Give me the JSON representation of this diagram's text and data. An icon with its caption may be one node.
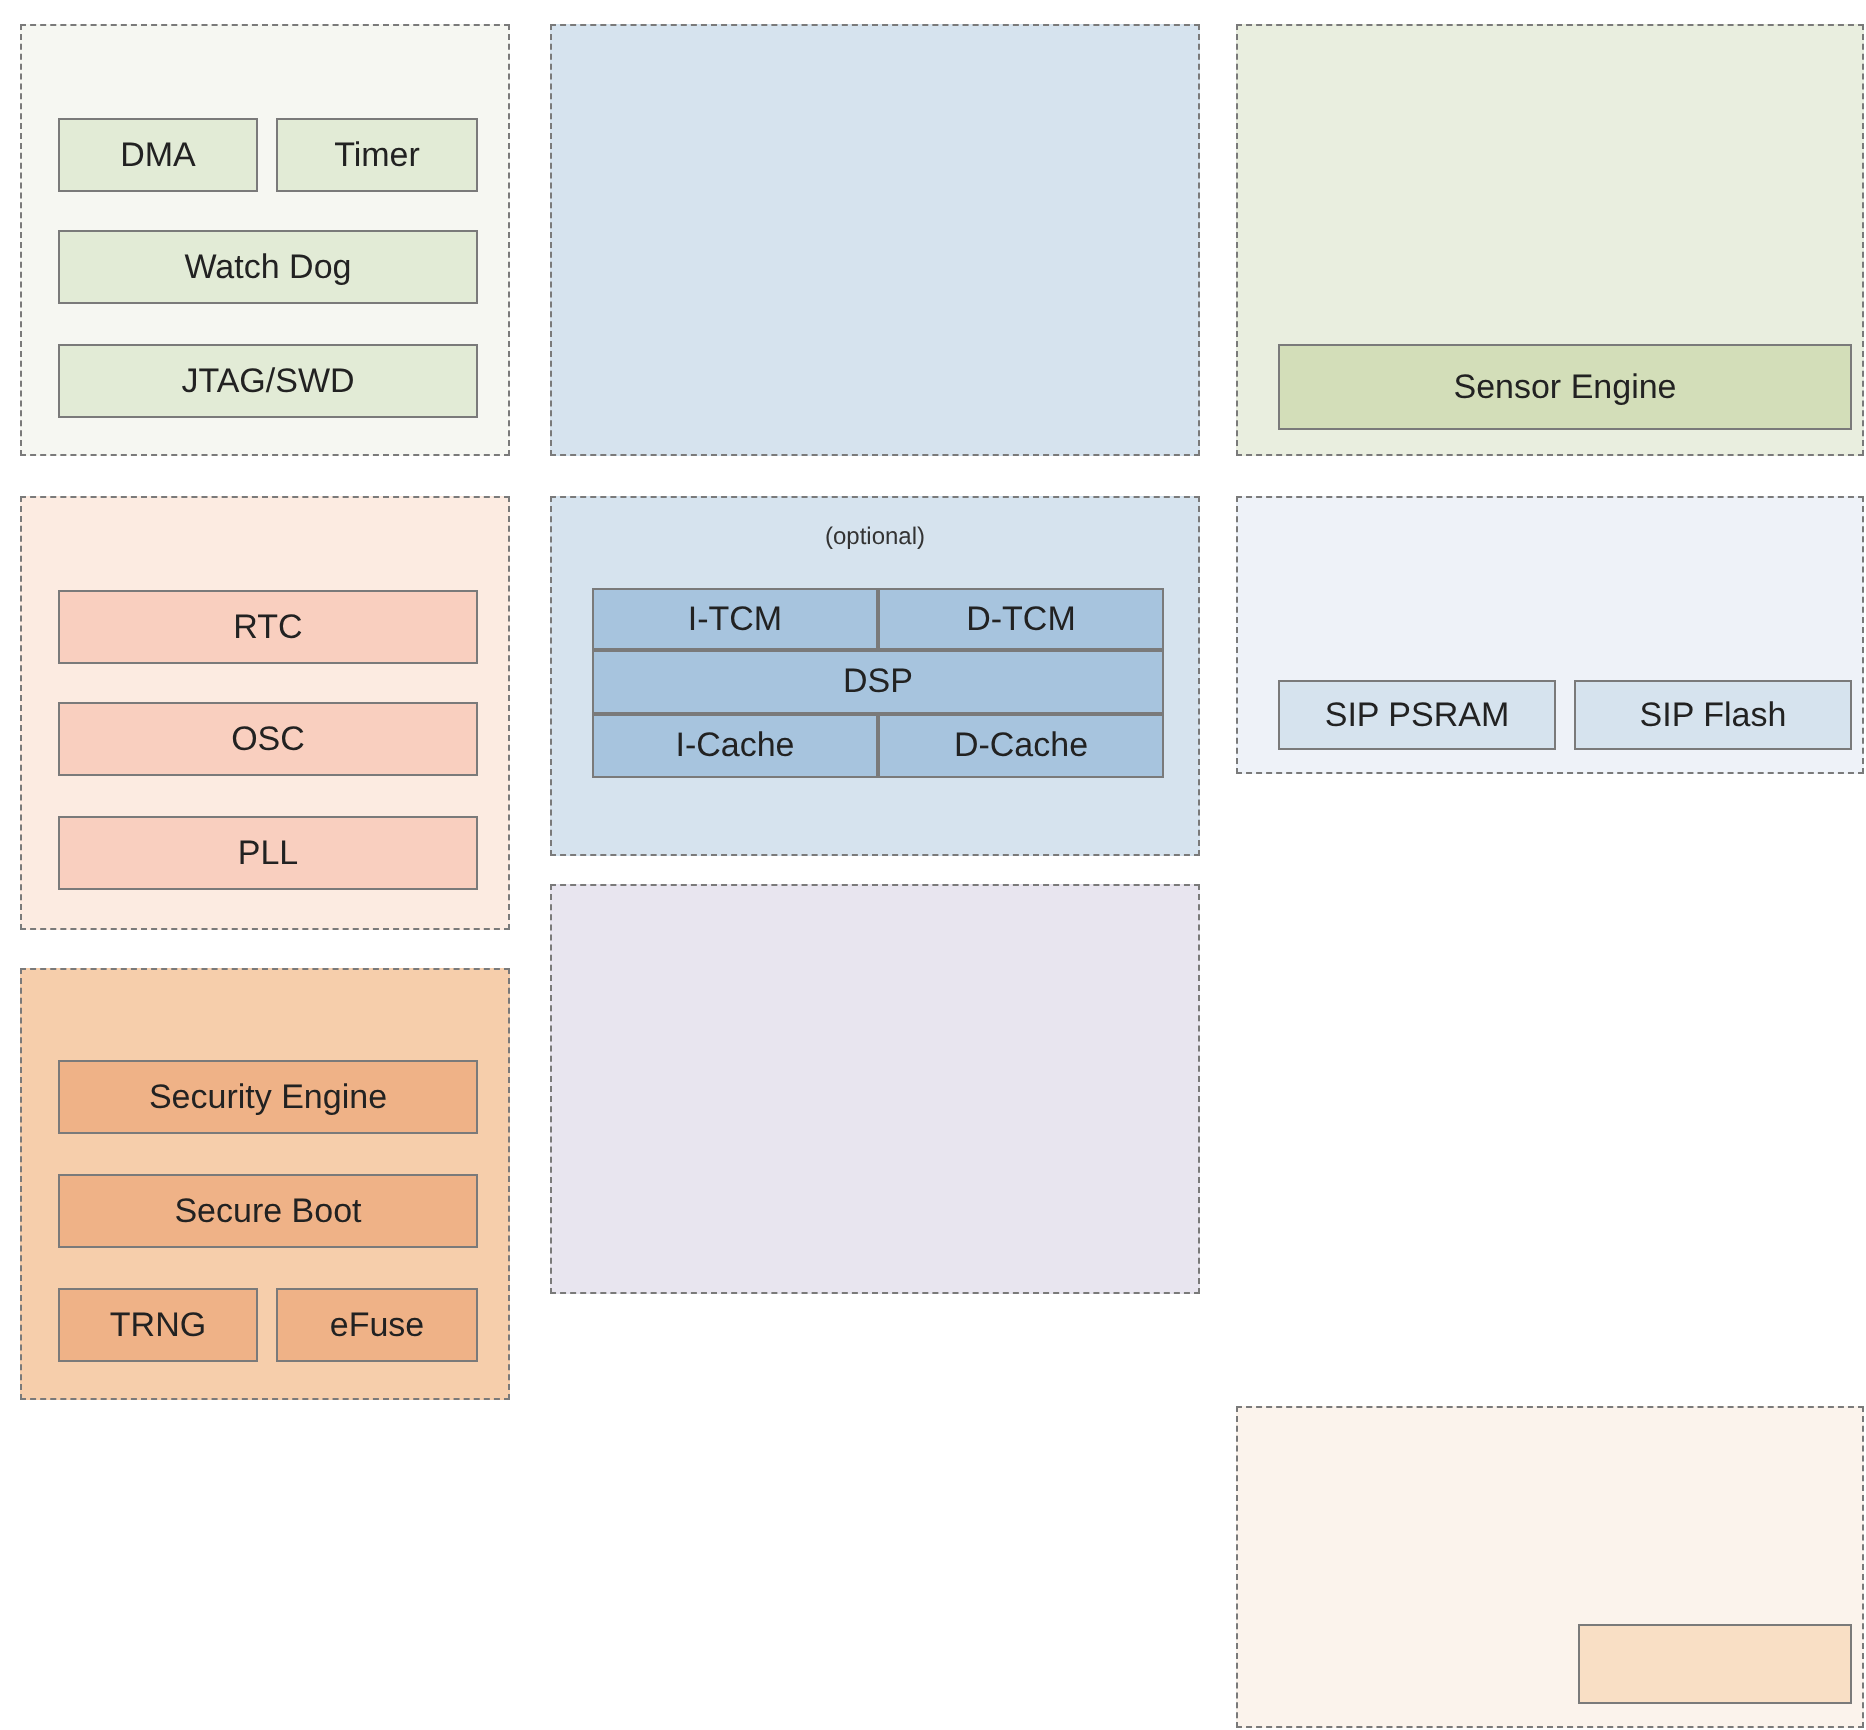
{
  "diagram": {
    "nodes": [
      {
        "text": [],
        "shape": "box"
      },
      {
        "text": [
          "DMA"
        ],
        "in": 0
      },
      {
        "text": [
          "Timer"
        ],
        "in": 0
      },
      {
        "text": [
          "Watch Dog"
        ],
        "in": 0
      },
      {
        "text": [
          "JTAG/SWD"
        ],
        "in": 0
      },
      {
        "text": [],
        "shape": "box"
      },
      {
        "text": [],
        "shape": "box"
      },
      {
        "text": [
          "Sensor Engine"
        ],
        "in": 6
      },
      {
        "text": [],
        "shape": "box"
      },
      {
        "text": [
          "RTC"
        ],
        "in": 8
      },
      {
        "text": [
          "OSC"
        ],
        "in": 8
      },
      {
        "text": [
          "PLL"
        ],
        "in": 8
      },
      {
        "text": [
          "(optional)"
        ]
      },
      {
        "text": [
          "I-TCM"
        ],
        "in": 12
      },
      {
        "text": [
          "D-TCM"
        ],
        "in": 12
      },
      {
        "text": [
          "DSP"
        ],
        "in": 12
      },
      {
        "text": [
          "I-Cache"
        ],
        "in": 12
      },
      {
        "text": [
          "D-Cache"
        ],
        "in": 12
      },
      {
        "text": [],
        "shape": "box"
      },
      {
        "text": [
          "SIP PSRAM"
        ],
        "in": 18
      },
      {
        "text": [
          "SIP Flash"
        ],
        "in": 18
      },
      {
        "text": [],
        "shape": "box"
      },
      {
        "text": [],
        "shape": "box"
      },
      {
        "text": [
          "Security Engine"
        ],
        "in": 22
      },
      {
        "text": [
          "Secure Boot"
        ],
        "in": 22
      },
      {
        "text": [
          "TRNG"
        ],
        "in": 22
      },
      {
        "text": [
          "eFuse"
        ],
        "in": 22
      },
      {
        "text": [],
        "shape": "box"
      },
      {
        "text": [],
        "shape": "box",
        "in": 27
      }
    ]
  }
}
